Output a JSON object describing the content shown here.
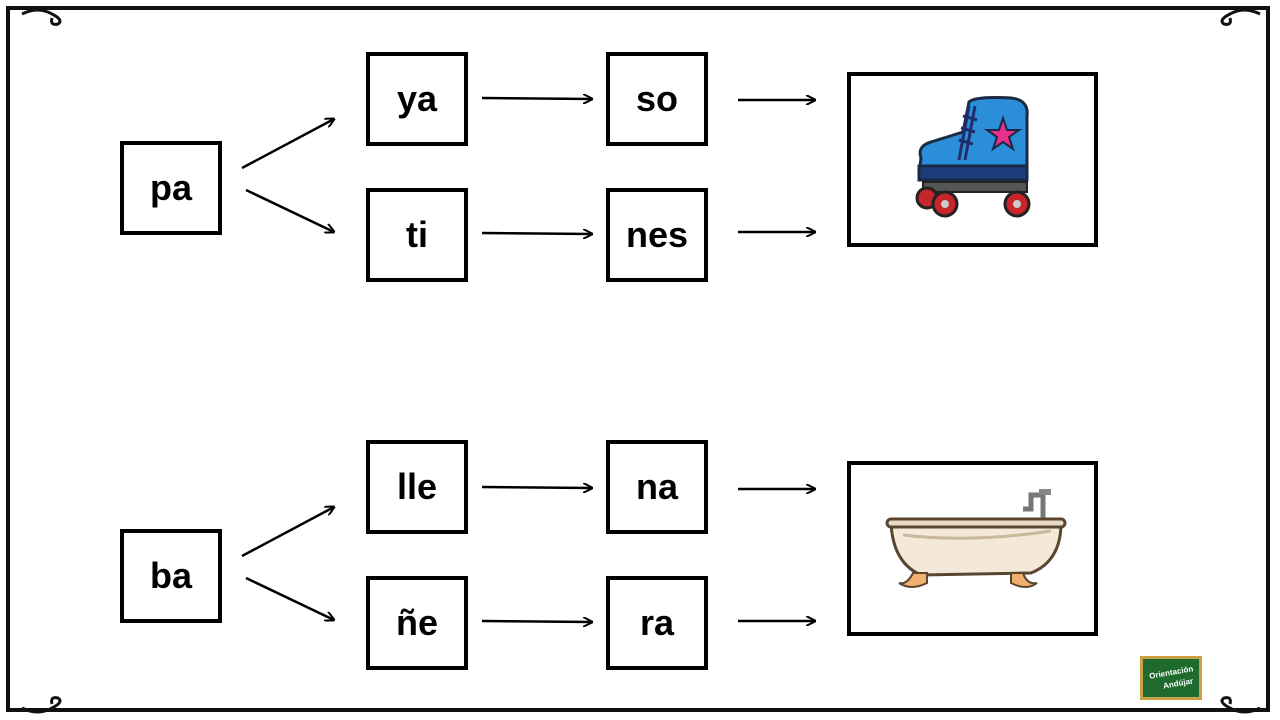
{
  "rows": [
    {
      "first": "pa",
      "upper": [
        "ya",
        "so"
      ],
      "lower": [
        "ti",
        "nes"
      ],
      "image": "roller-skate-picture"
    },
    {
      "first": "ba",
      "upper": [
        "lle",
        "na"
      ],
      "lower": [
        "ñe",
        "ra"
      ],
      "image": "bathtub-picture"
    }
  ],
  "logo": {
    "line1": "Orientación",
    "line2": "Andújar"
  }
}
